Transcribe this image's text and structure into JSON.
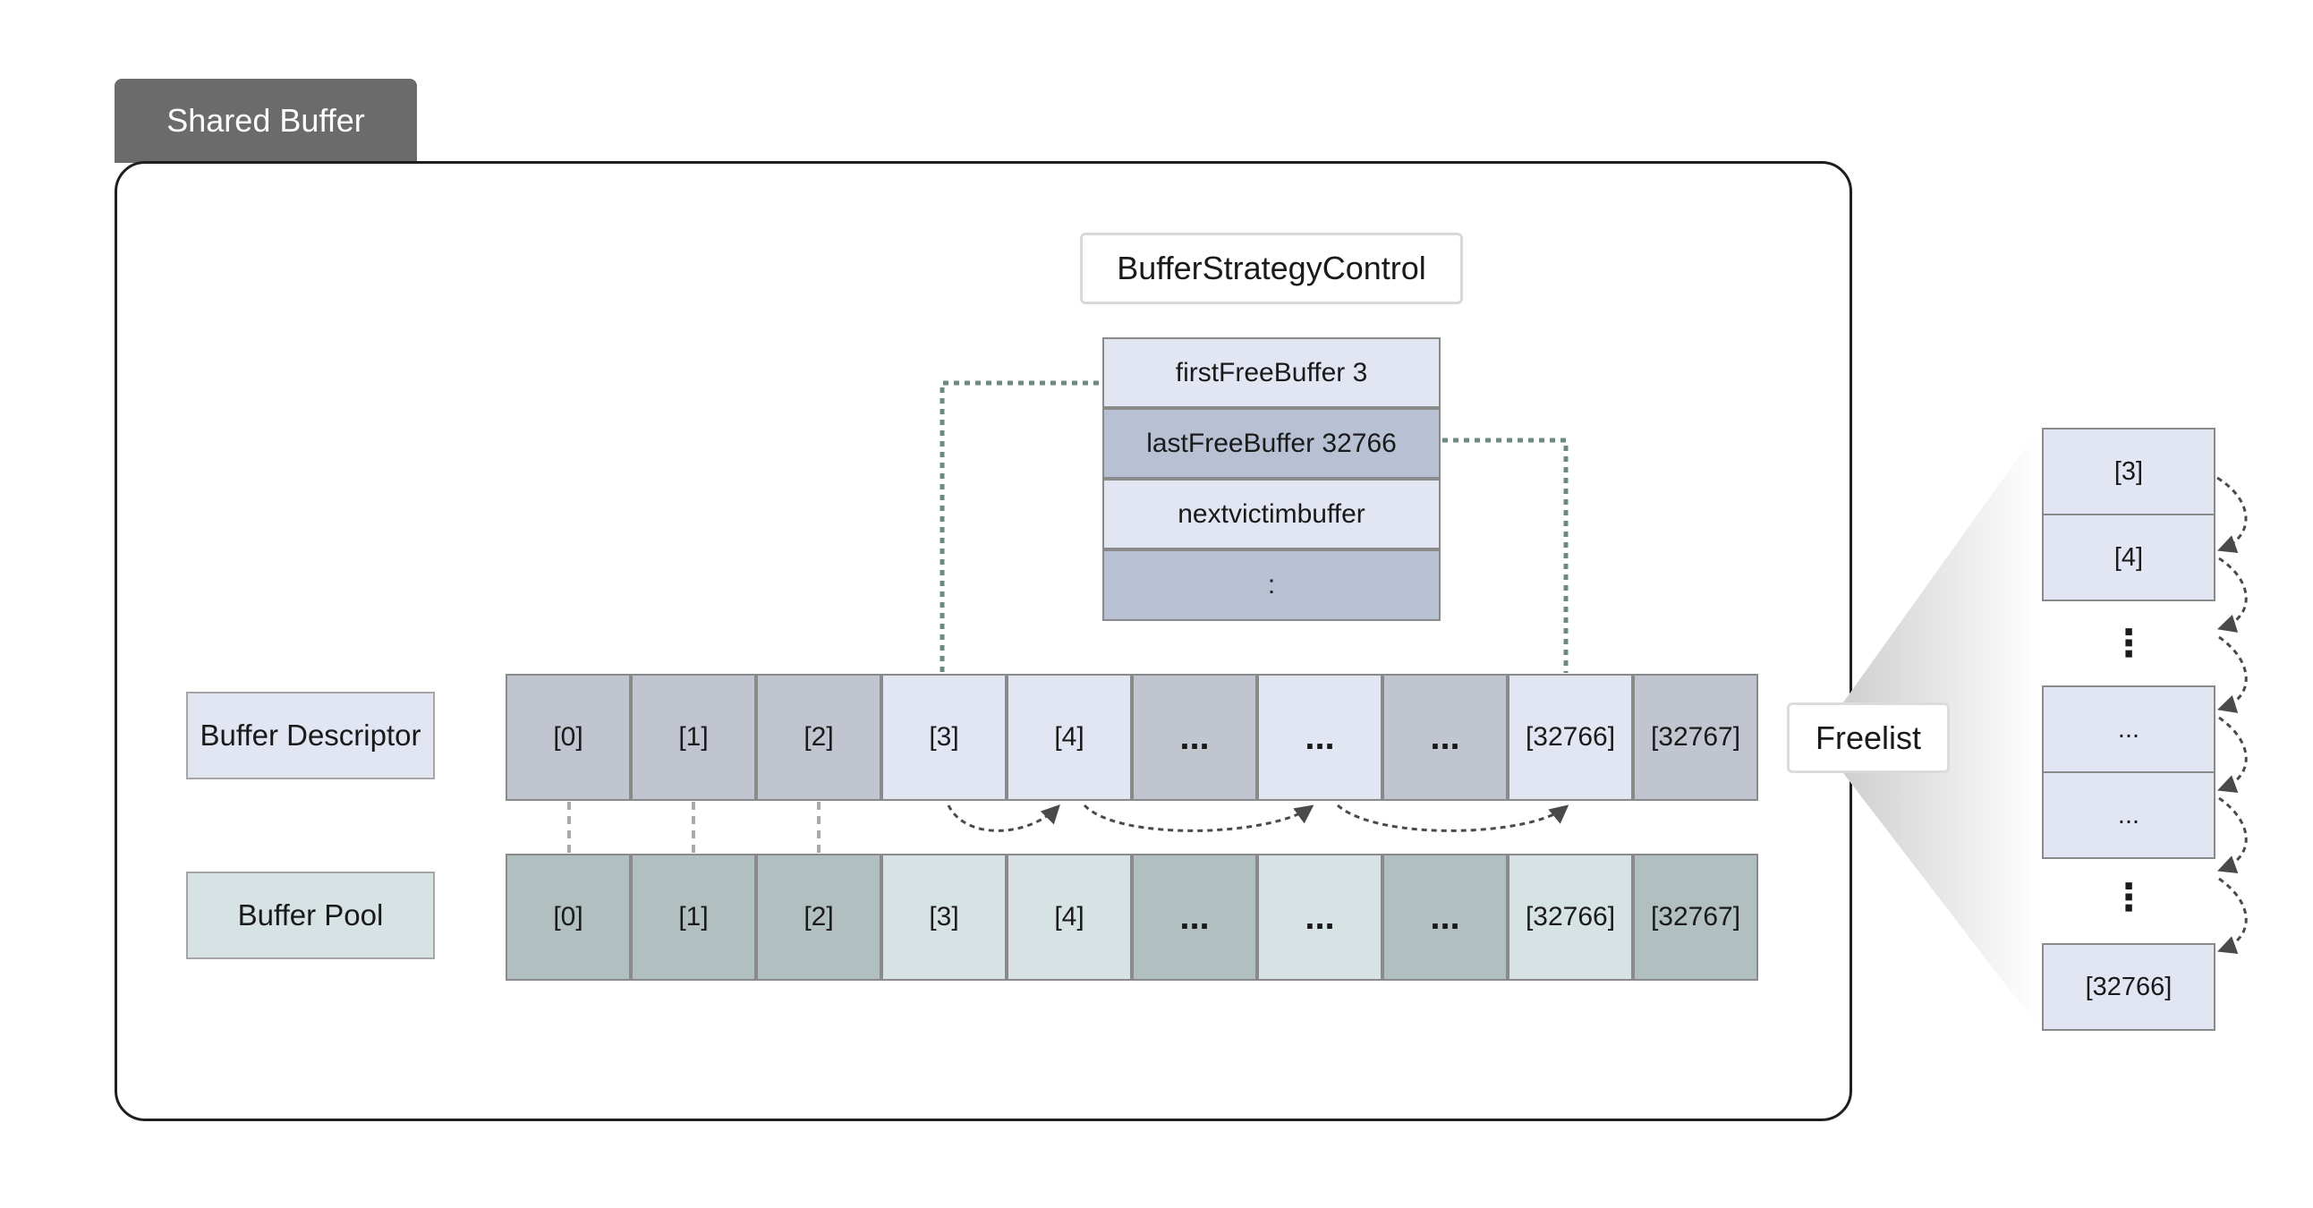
{
  "shared_buffer_tab": "Shared Buffer",
  "strategy": {
    "title": "BufferStrategyControl",
    "fields": [
      "firstFreeBuffer 3",
      "lastFreeBuffer 32766",
      "nextvictimbuffer",
      ":"
    ]
  },
  "rows": {
    "descriptor_label": "Buffer Descriptor",
    "pool_label": "Buffer Pool"
  },
  "descriptor_cells": [
    "[0]",
    "[1]",
    "[2]",
    "[3]",
    "[4]",
    "...",
    "...",
    "...",
    "[32766]",
    "[32767]"
  ],
  "pool_cells": [
    "[0]",
    "[1]",
    "[2]",
    "[3]",
    "[4]",
    "...",
    "...",
    "...",
    "[32766]",
    "[32767]"
  ],
  "freelist": {
    "label": "Freelist",
    "items": [
      "[3]",
      "[4]",
      "...",
      "...",
      "[32766]"
    ],
    "vertical_ellipsis": "⋮"
  },
  "colors": {
    "free_descriptor": "#e2e6f3",
    "used_descriptor": "#c1c5cf",
    "free_pool": "#d6e2e4",
    "used_pool": "#b1bfc1",
    "field_light": "#e2e6f3",
    "field_dark": "#b8c1d3",
    "dotted_link": "#6e8a80"
  }
}
